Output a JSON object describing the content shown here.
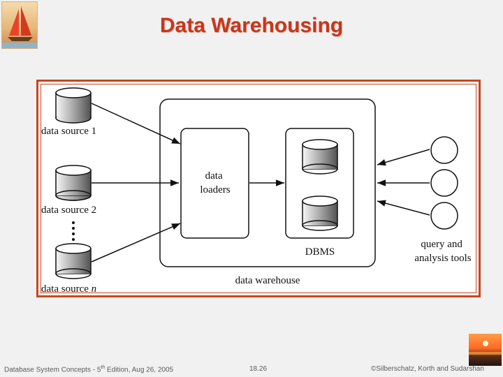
{
  "slide": {
    "title": "Data Warehousing"
  },
  "diagram": {
    "sources": [
      {
        "label": "data source 1"
      },
      {
        "label": "data source 2"
      },
      {
        "label_prefix": "data source ",
        "label_var": "n"
      }
    ],
    "loaders_label_line1": "data",
    "loaders_label_line2": "loaders",
    "dbms_label": "DBMS",
    "warehouse_label": "data warehouse",
    "tools_label_line1": "query and",
    "tools_label_line2": "analysis tools"
  },
  "footer": {
    "left_prefix": "Database System Concepts - 5",
    "left_sup": "th",
    "left_suffix": " Edition, Aug 26, 2005",
    "center": "18.26",
    "right": "©Silberschatz, Korth and Sudarshan"
  }
}
